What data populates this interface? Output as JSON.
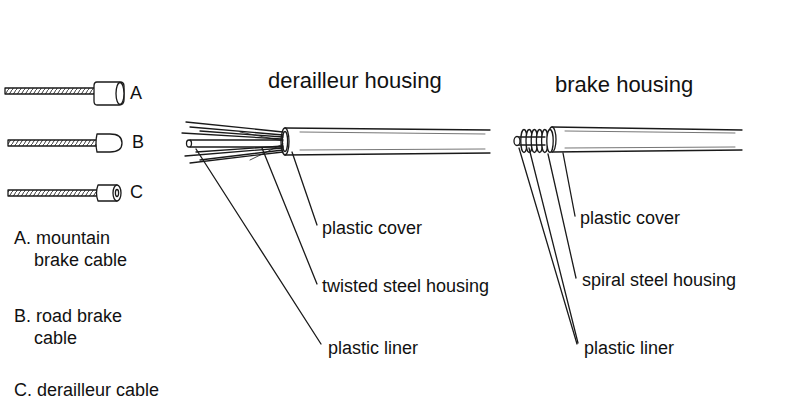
{
  "diagram": {
    "labels": [
      "A",
      "B",
      "C",
      "A. mountain brake cable",
      "B. road brake cable",
      "C. derailleur cable",
      "derailleur housing",
      "brake housing",
      "plastic cover",
      "twisted steel housing",
      "plastic liner",
      "plastic cover",
      "spiral steel housing",
      "plastic liner"
    ]
  }
}
